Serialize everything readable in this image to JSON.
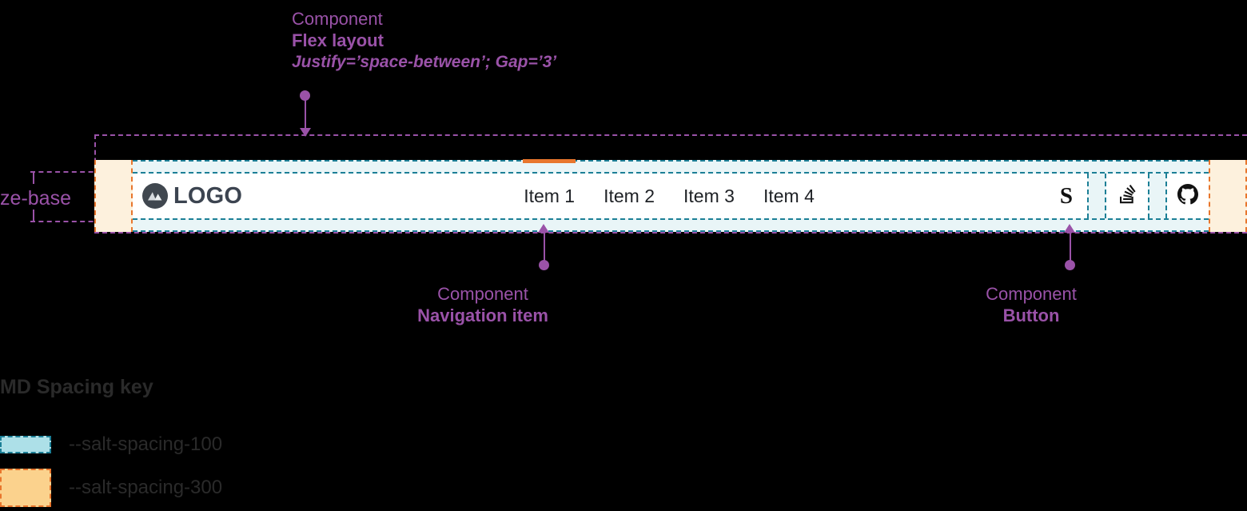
{
  "annotations": [
    {
      "id": "flex",
      "kind": "Component",
      "name": "Flex layout",
      "props": "Justify=’space-between’; Gap=’3’"
    },
    {
      "id": "navitem",
      "kind": "Component",
      "name": "Navigation item",
      "props": ""
    },
    {
      "id": "button",
      "kind": "Component",
      "name": "Button",
      "props": ""
    }
  ],
  "dimension": {
    "label": "size-base"
  },
  "navbar": {
    "logo": {
      "text": "LOGO",
      "icon": "mountain-logo-icon"
    },
    "items": [
      {
        "label": "Item 1",
        "active": true
      },
      {
        "label": "Item 2",
        "active": false
      },
      {
        "label": "Item 3",
        "active": false
      },
      {
        "label": "Item 4",
        "active": false
      }
    ],
    "actions": [
      {
        "icon": "salt-s-icon",
        "label": "S"
      },
      {
        "icon": "stack-overflow-icon",
        "label": ""
      },
      {
        "icon": "github-icon",
        "label": ""
      }
    ]
  },
  "spacing_key": {
    "title": "MD Spacing key",
    "rows": [
      {
        "token": "--salt-spacing-100",
        "fill": "#ade0e8",
        "stroke": "#1c7f96"
      },
      {
        "token": "--salt-spacing-300",
        "fill": "#fbd28d",
        "stroke": "#e8762d"
      }
    ]
  },
  "colors": {
    "annotation": "#9a52a8",
    "spacing_100_fill": "#ade0e8",
    "spacing_100_stroke": "#1c7f96",
    "spacing_300_fill": "#fbd28d",
    "spacing_300_stroke": "#e8762d",
    "active_indicator": "#e8762d",
    "logo": "#3c4450"
  }
}
